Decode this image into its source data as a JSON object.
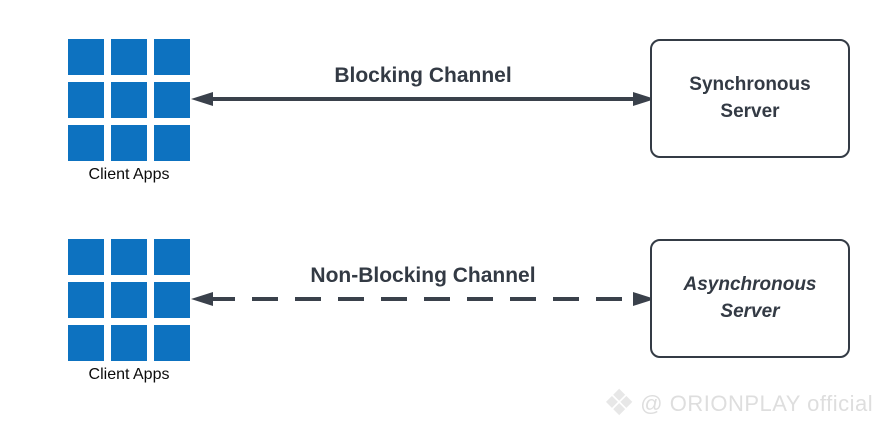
{
  "colors": {
    "background": "#ffffff",
    "app_blue": "#0d72c0",
    "line_dark": "#3a414b",
    "text_dark": "#333a44",
    "watermark_gray": "#dedede"
  },
  "sections": [
    {
      "client_label": "Client Apps",
      "channel_label": "Blocking Channel",
      "server_label": "Synchronous\nServer",
      "line_style": "solid",
      "server_label_style": "normal"
    },
    {
      "client_label": "Client Apps",
      "channel_label": "Non-Blocking Channel",
      "server_label": "Asynchronous\nServer",
      "line_style": "dashed",
      "server_label_style": "italic"
    }
  ],
  "watermark": {
    "icon": "diamond-logo-icon",
    "icon_glyph": "❖",
    "text": "@ ORIONPLAY official"
  }
}
